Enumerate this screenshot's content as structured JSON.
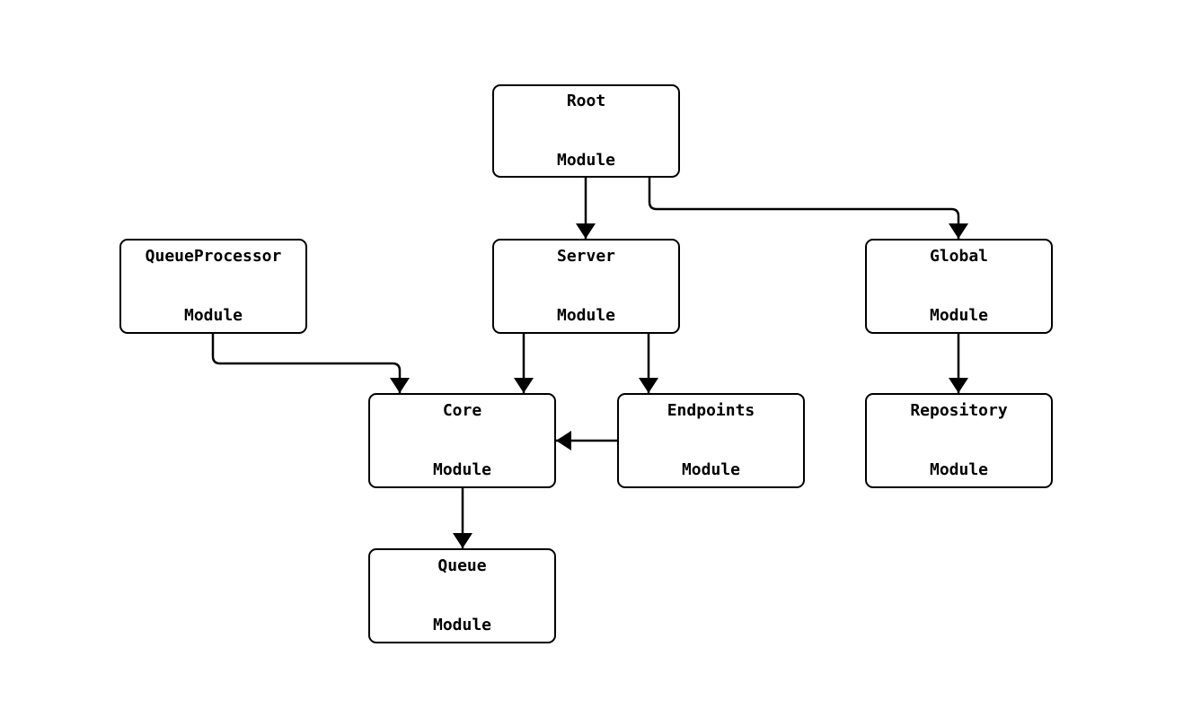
{
  "diagram": {
    "type": "flowchart",
    "colors": {
      "node_fill": "#ffffff",
      "node_border": "#000000",
      "edge_stroke": "#000000",
      "text": "#000000",
      "background": "#ffffff"
    },
    "nodes": {
      "root": {
        "line1": "Root",
        "line2": "Module"
      },
      "queueprocessor": {
        "line1": "QueueProcessor",
        "line2": "Module"
      },
      "server": {
        "line1": "Server",
        "line2": "Module"
      },
      "global": {
        "line1": "Global",
        "line2": "Module"
      },
      "core": {
        "line1": "Core",
        "line2": "Module"
      },
      "endpoints": {
        "line1": "Endpoints",
        "line2": "Module"
      },
      "repository": {
        "line1": "Repository",
        "line2": "Module"
      },
      "queue": {
        "line1": "Queue",
        "line2": "Module"
      }
    },
    "edges": [
      {
        "from": "Root Module",
        "to": "Server Module"
      },
      {
        "from": "Root Module",
        "to": "Global Module"
      },
      {
        "from": "QueueProcessor Module",
        "to": "Core Module"
      },
      {
        "from": "Server Module",
        "to": "Core Module"
      },
      {
        "from": "Server Module",
        "to": "Endpoints Module"
      },
      {
        "from": "Endpoints Module",
        "to": "Core Module"
      },
      {
        "from": "Global Module",
        "to": "Repository Module"
      },
      {
        "from": "Core Module",
        "to": "Queue Module"
      }
    ]
  }
}
